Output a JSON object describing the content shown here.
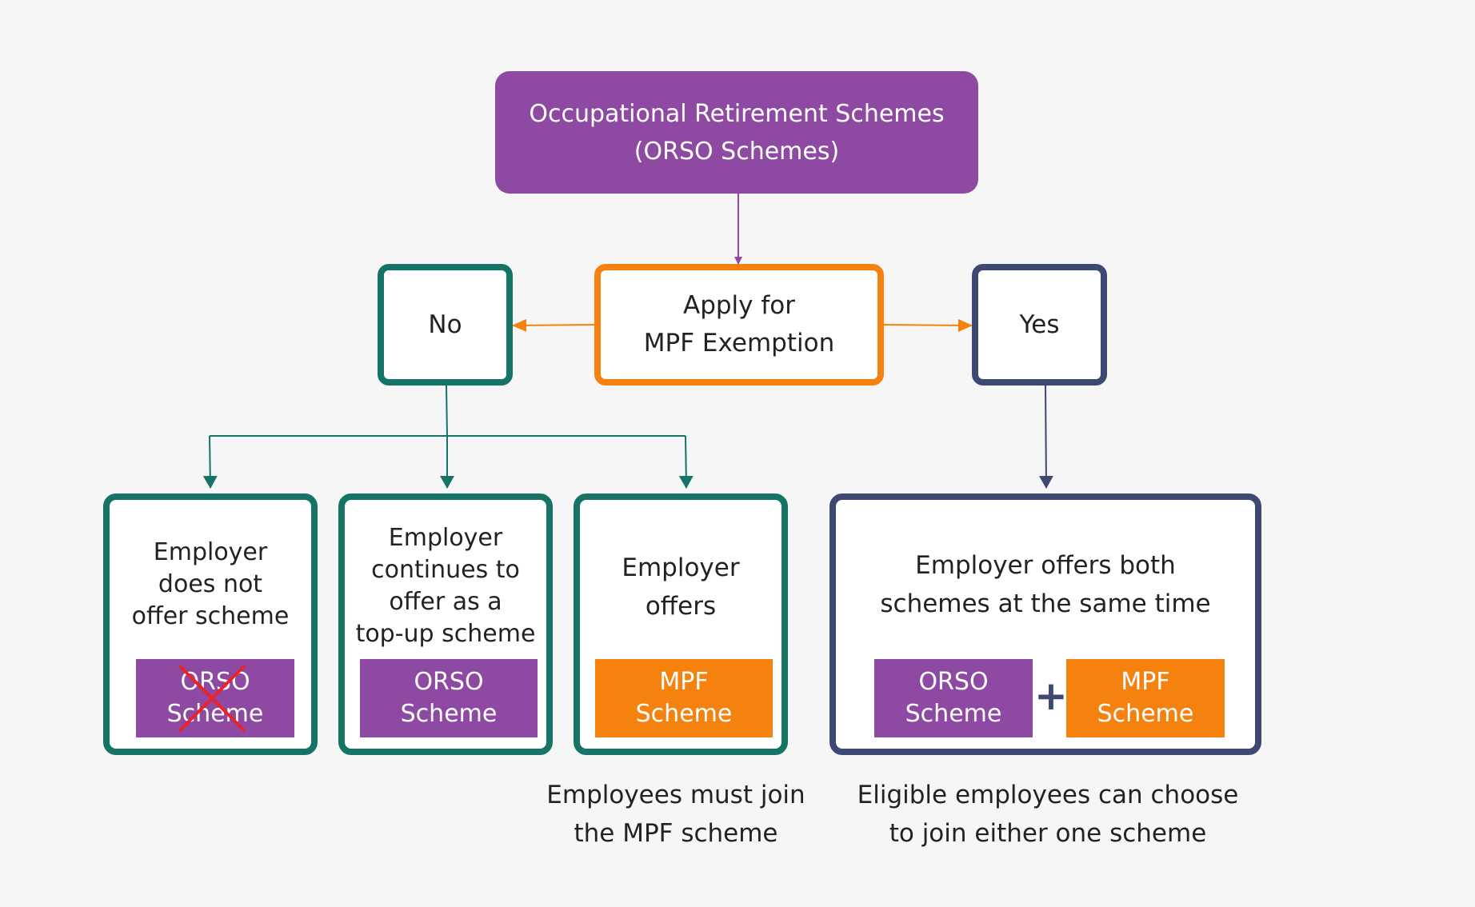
{
  "root": {
    "line1": "Occupational Retirement Schemes",
    "line2": "(ORSO Schemes)"
  },
  "decision": {
    "line1": "Apply for",
    "line2": "MPF Exemption"
  },
  "no_label": "No",
  "yes_label": "Yes",
  "outcomes": [
    {
      "lines": [
        "Employer",
        "does not",
        "offer scheme"
      ],
      "tag": [
        "ORSO",
        "Scheme"
      ],
      "crossed_out": true
    },
    {
      "lines": [
        "Employer",
        "continues to",
        "offer as a",
        "top-up scheme"
      ],
      "tag": [
        "ORSO",
        "Scheme"
      ],
      "crossed_out": false
    },
    {
      "lines": [
        "Employer",
        "offers"
      ],
      "tag": [
        "MPF",
        "Scheme"
      ],
      "crossed_out": false
    },
    {
      "lines": [
        "Employer offers both",
        "schemes at the same time"
      ],
      "tags": [
        [
          "ORSO",
          "Scheme"
        ],
        [
          "MPF",
          "Scheme"
        ]
      ],
      "connector": "+"
    }
  ],
  "notes": {
    "mpf_note": [
      "Employees must join",
      "the MPF scheme"
    ],
    "both_note": [
      "Eligible employees can choose",
      "to join either one scheme"
    ]
  },
  "colors": {
    "purple": "#8e4aa3",
    "orange": "#f5820f",
    "teal": "#167466",
    "navy": "#3e4973",
    "cross_red": "#e8242a",
    "background": "#f6f6f6"
  }
}
